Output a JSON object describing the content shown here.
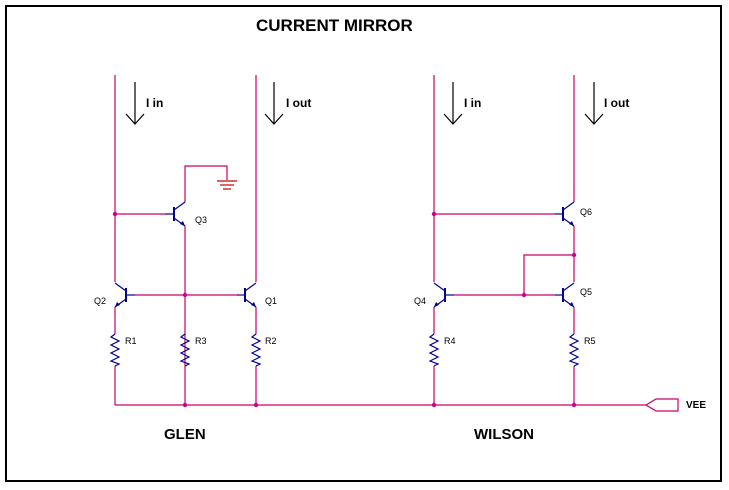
{
  "title": "CURRENT MIRROR",
  "currents": {
    "glen_in": "I in",
    "glen_out": "I out",
    "wilson_in": "I in",
    "wilson_out": "I out"
  },
  "transistors": {
    "q1": "Q1",
    "q2": "Q2",
    "q3": "Q3",
    "q4": "Q4",
    "q5": "Q5",
    "q6": "Q6"
  },
  "resistors": {
    "r1": "R1",
    "r2": "R2",
    "r3": "R3",
    "r4": "R4",
    "r5": "R5"
  },
  "sections": {
    "glen": "GLEN",
    "wilson": "WILSON"
  },
  "supply": "VEE",
  "colors": {
    "wire": "#cc0066",
    "device": "#000099",
    "text": "#000000",
    "node": "#cc0099",
    "ground": "#cc0000"
  }
}
